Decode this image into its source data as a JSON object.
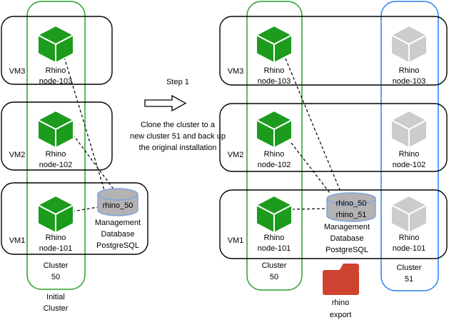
{
  "colors": {
    "cluster_green": "#2aa02a",
    "cluster_blue": "#2b7ff2",
    "node_green": "#1d9b1d",
    "node_gray": "#cccccc",
    "db_fill": "#b3b3b3",
    "db_stroke": "#7ea6e0",
    "folder_red": "#cd4330"
  },
  "step": {
    "title": "Step 1",
    "description_lines": [
      "Clone the cluster to a",
      "new cluster 51 and back up",
      "the original installation"
    ]
  },
  "initial": {
    "caption_lines": [
      "Initial",
      "Cluster"
    ],
    "cluster_label_lines": [
      "Cluster",
      "50"
    ],
    "rows": [
      {
        "vm": "VM3",
        "node_line1": "Rhino",
        "node_line2": "node-103"
      },
      {
        "vm": "VM2",
        "node_line1": "Rhino",
        "node_line2": "node-102"
      },
      {
        "vm": "VM1",
        "node_line1": "Rhino",
        "node_line2": "node-101"
      }
    ],
    "database": {
      "names": [
        "rhino_50"
      ],
      "caption_lines": [
        "Management",
        "Database",
        "PostgreSQL"
      ]
    }
  },
  "cloned": {
    "cluster50_label_lines": [
      "Cluster",
      "50"
    ],
    "cluster51_label_lines": [
      "Cluster",
      "51"
    ],
    "rows": [
      {
        "vm": "VM3",
        "node_line1": "Rhino",
        "node_line2": "node-103"
      },
      {
        "vm": "VM2",
        "node_line1": "Rhino",
        "node_line2": "node-102"
      },
      {
        "vm": "VM1",
        "node_line1": "Rhino",
        "node_line2": "node-101"
      }
    ],
    "database": {
      "names": [
        "rhino_50",
        "rhino_51"
      ],
      "caption_lines": [
        "Management",
        "Database",
        "PostgreSQL"
      ]
    },
    "export_folder_lines": [
      "rhino",
      "export"
    ]
  }
}
